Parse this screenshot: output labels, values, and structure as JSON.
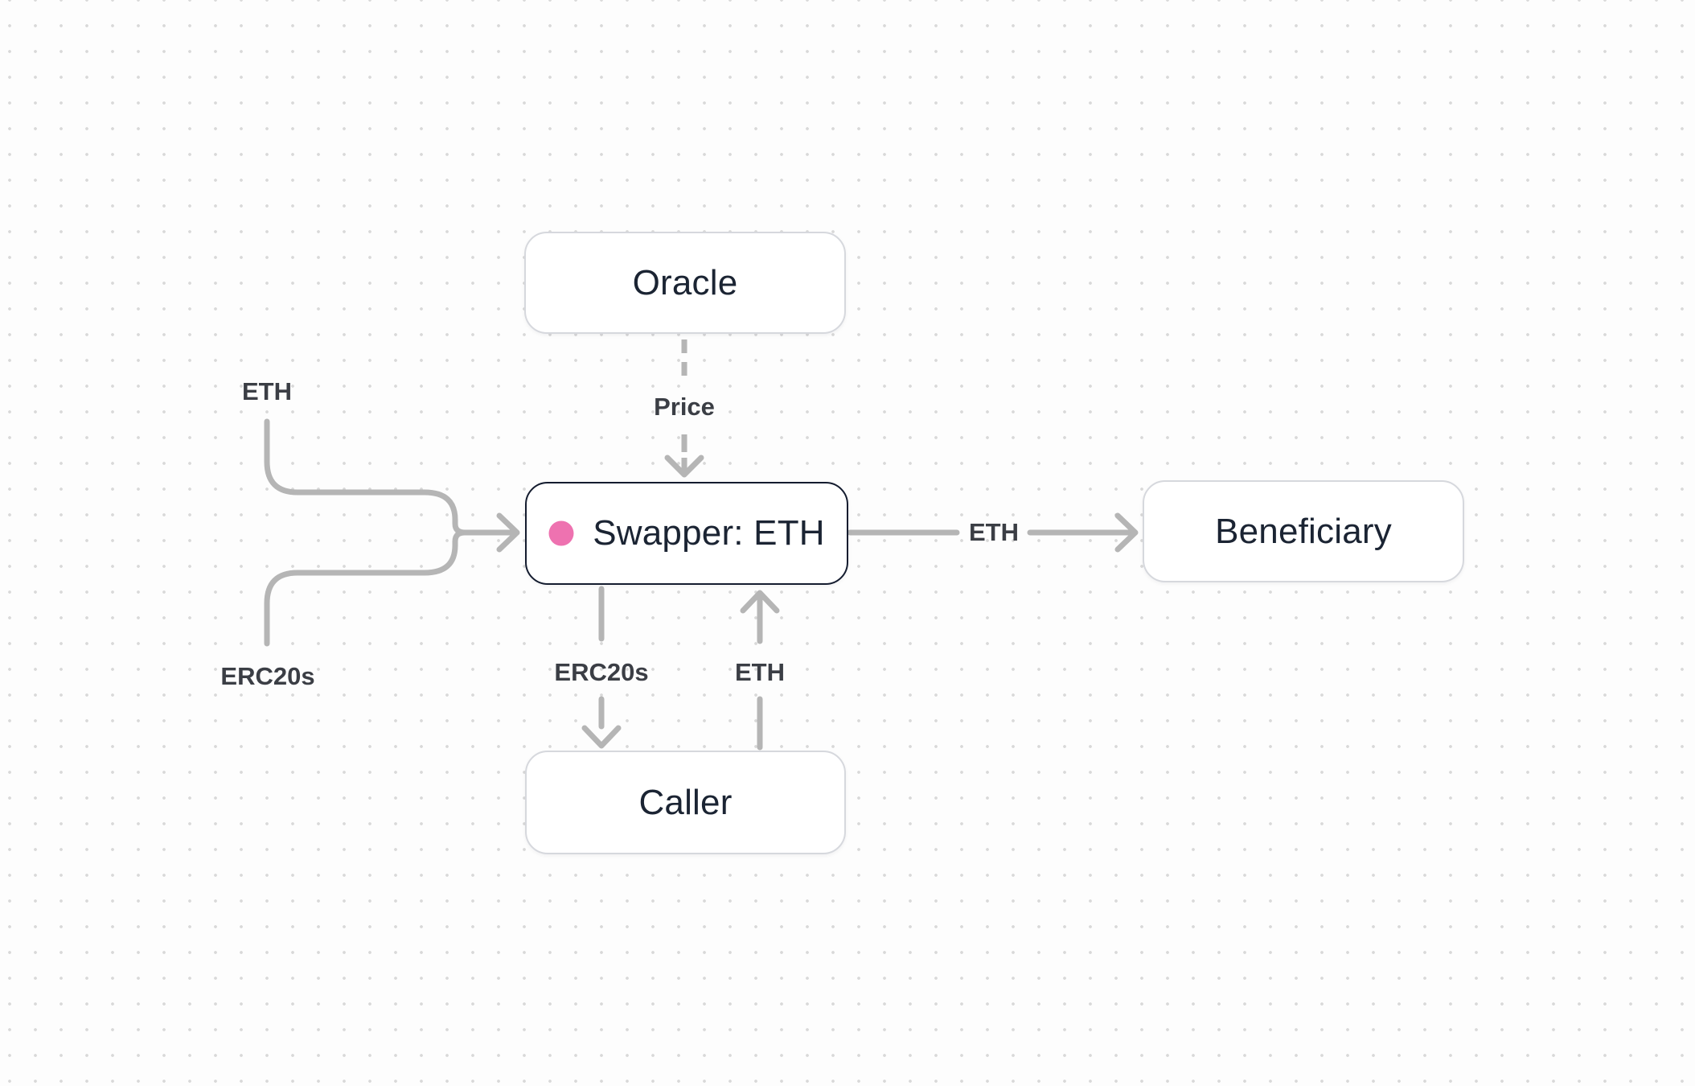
{
  "theme": {
    "canvas_background": "#fdfdfd",
    "dot_grid_color": "#d9d9d9",
    "edge_color": "#b5b5b5",
    "node_border_color": "#d6d8dd",
    "highlight_node_border_color": "#141c2f",
    "node_text_color": "#1b2433",
    "edge_label_color": "#3b3e45",
    "swapper_dot_color": "#ee72b0"
  },
  "nodes": {
    "oracle": {
      "label": "Oracle"
    },
    "swapper": {
      "label": "Swapper: ETH"
    },
    "beneficiary": {
      "label": "Beneficiary"
    },
    "caller": {
      "label": "Caller"
    }
  },
  "edge_labels": {
    "eth_in": "ETH",
    "erc20s_in": "ERC20s",
    "price": "Price",
    "eth_out": "ETH",
    "erc20s_down": "ERC20s",
    "eth_up": "ETH"
  }
}
